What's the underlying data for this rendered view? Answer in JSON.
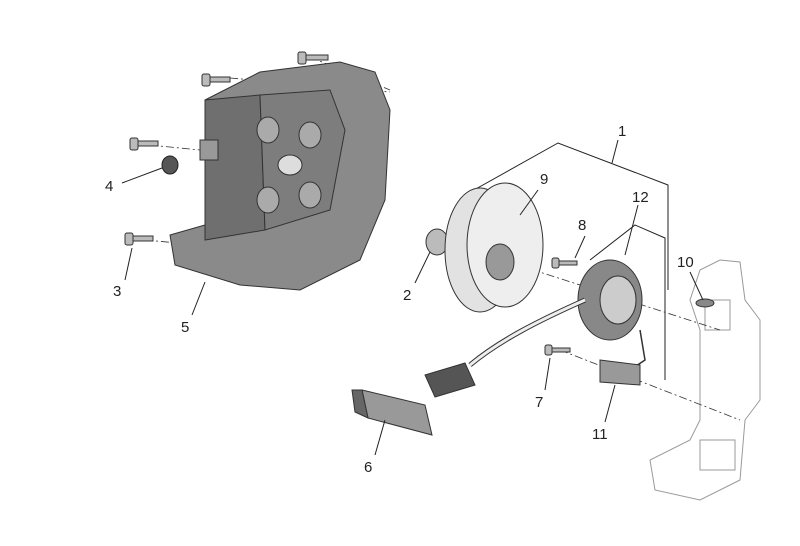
{
  "diagram": {
    "labels": [
      "1",
      "2",
      "3",
      "4",
      "5",
      "6",
      "7",
      "8",
      "9",
      "10",
      "11",
      "12"
    ],
    "colors": {
      "part_dark": "#7a7a7a",
      "part_mid": "#a9a9a9",
      "part_light": "#d4d4d4",
      "outline": "#333333",
      "ghost": "#9a9a9a"
    }
  }
}
